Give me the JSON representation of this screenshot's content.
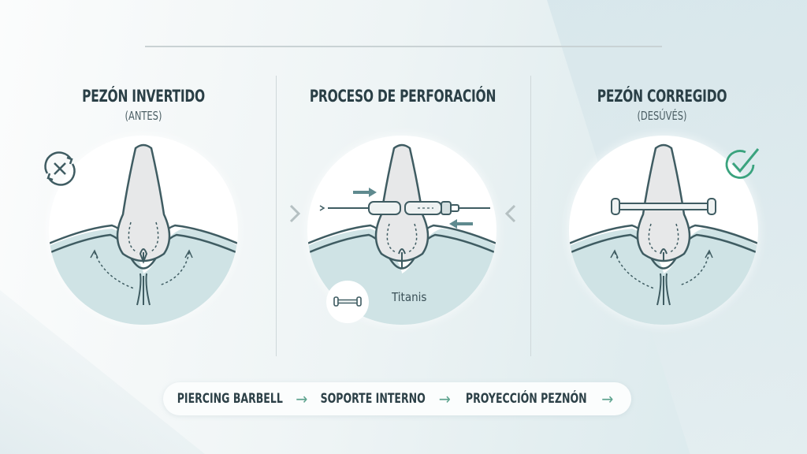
{
  "panels": [
    {
      "title": "PEZÓN INVERTIDO",
      "subtitle": "(ANTES)",
      "status_icon": "rotate-x-icon"
    },
    {
      "title": "PROCESO DE PERFORACIÓN",
      "subtitle": "",
      "label": "Titanis"
    },
    {
      "title": "PEZÓN CORREGIDO",
      "subtitle": "(DESÚVÉS)",
      "status_icon": "check-circle-icon"
    }
  ],
  "flow": {
    "steps": [
      "PIERCING BARBELL",
      "SOPORTE INTERNO",
      "PROYECCIÓN PEZNÓN"
    ],
    "arrow": "→"
  },
  "colors": {
    "stroke": "#3f5c62",
    "skin_fill": "#e7e8e9",
    "tissue_fill": "#cfe3e5",
    "accent_green": "#3aa37e",
    "arrow_green": "#5fa48f"
  }
}
